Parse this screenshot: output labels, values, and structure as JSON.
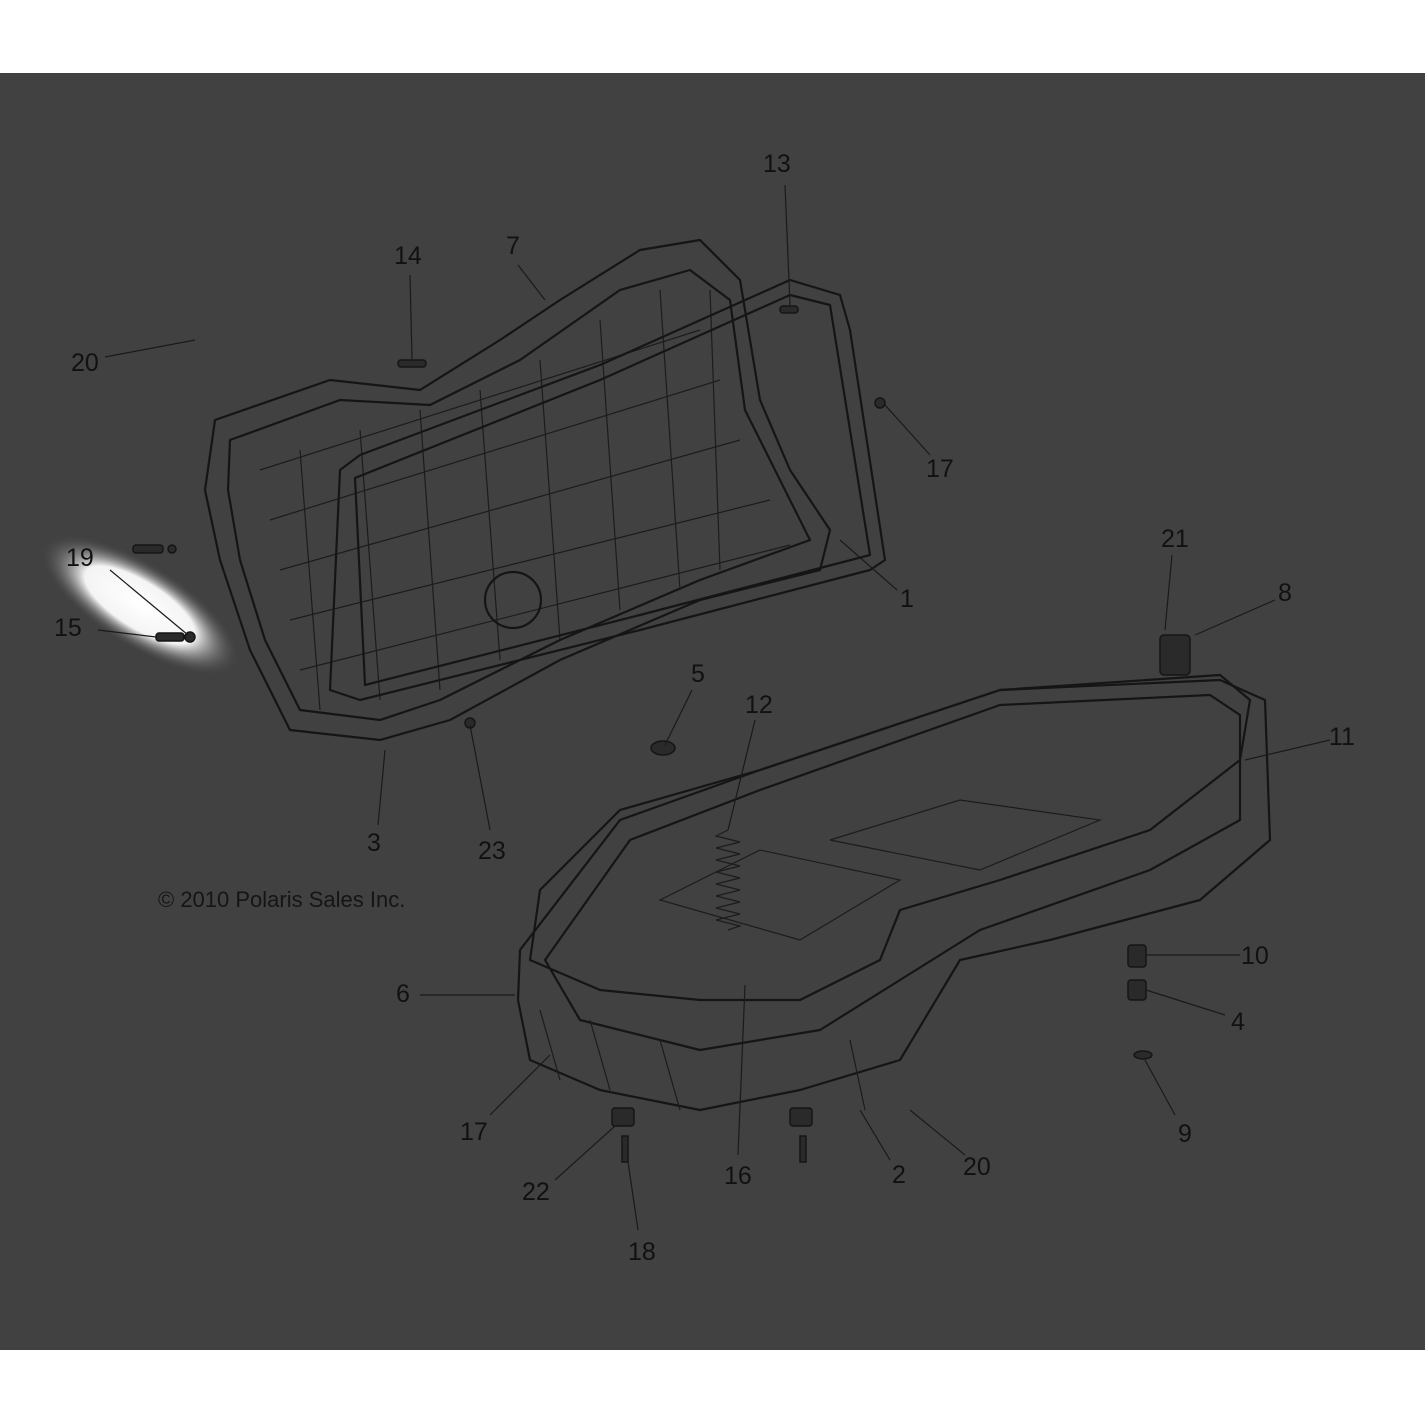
{
  "diagram": {
    "copyright": "© 2010 Polaris Sales Inc.",
    "highlighted_callouts": [
      "19",
      "15"
    ],
    "callouts": [
      {
        "id": "c13",
        "label": "13"
      },
      {
        "id": "c14",
        "label": "14"
      },
      {
        "id": "c7",
        "label": "7"
      },
      {
        "id": "c20a",
        "label": "20"
      },
      {
        "id": "c17a",
        "label": "17"
      },
      {
        "id": "c21",
        "label": "21"
      },
      {
        "id": "c8",
        "label": "8"
      },
      {
        "id": "c1",
        "label": "1"
      },
      {
        "id": "c19",
        "label": "19"
      },
      {
        "id": "c15",
        "label": "15"
      },
      {
        "id": "c5",
        "label": "5"
      },
      {
        "id": "c12",
        "label": "12"
      },
      {
        "id": "c11",
        "label": "11"
      },
      {
        "id": "c3",
        "label": "3"
      },
      {
        "id": "c23",
        "label": "23"
      },
      {
        "id": "c10",
        "label": "10"
      },
      {
        "id": "c6",
        "label": "6"
      },
      {
        "id": "c4",
        "label": "4"
      },
      {
        "id": "c9",
        "label": "9"
      },
      {
        "id": "c17b",
        "label": "17"
      },
      {
        "id": "c16",
        "label": "16"
      },
      {
        "id": "c2",
        "label": "2"
      },
      {
        "id": "c20b",
        "label": "20"
      },
      {
        "id": "c22",
        "label": "22"
      },
      {
        "id": "c18",
        "label": "18"
      }
    ]
  }
}
